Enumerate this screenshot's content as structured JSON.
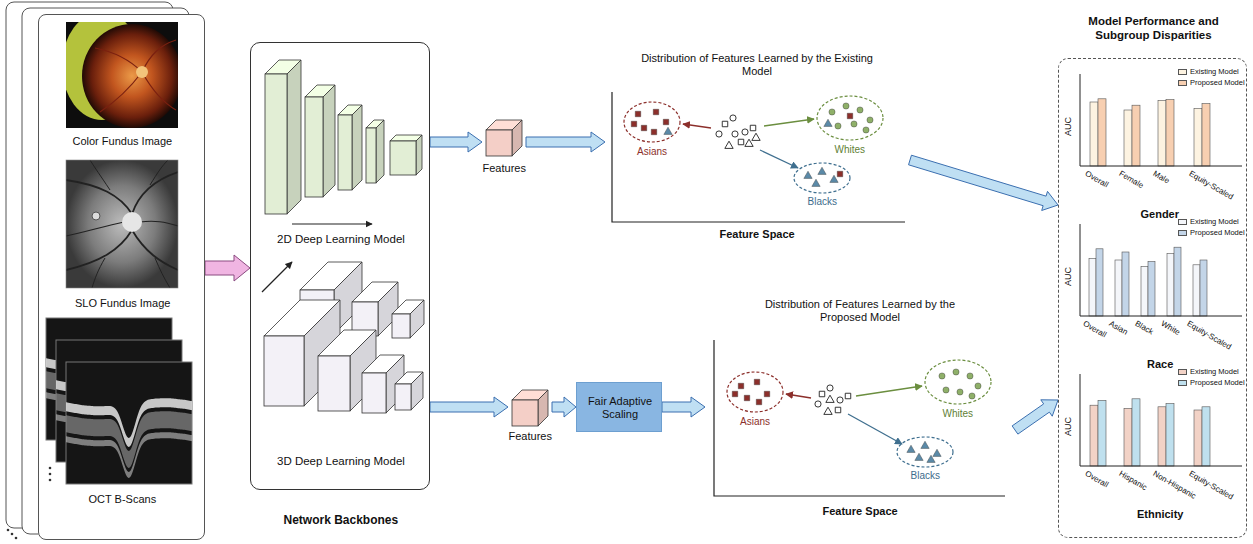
{
  "diagram": {
    "nodes": [
      {
        "text": [
          "Color Fundus Image",
          "SLO Fundus Image",
          "OCT B-Scans"
        ]
      },
      {
        "text": [
          "2D Deep Learning Model",
          "3D Deep Learning Model",
          "Network Backbones"
        ]
      },
      {
        "text": [
          "Features"
        ]
      },
      {
        "text": [
          "Features"
        ]
      },
      {
        "text": [
          "Fair Adaptive Scaling"
        ]
      },
      {
        "text": [
          "Distribution of Features Learned by the Existing Model",
          "Feature Space"
        ]
      },
      {
        "text": [
          "Distribution of Features Learned by the Proposed Model",
          "Feature Space"
        ]
      },
      {
        "text": [
          "Model Performance and Subgroup Disparities"
        ]
      }
    ],
    "edges": [
      {
        "from": 0,
        "to": 1,
        "arrow": "to"
      },
      {
        "from": 1,
        "to": 2,
        "arrow": "to"
      },
      {
        "from": 1,
        "to": 3,
        "arrow": "to"
      },
      {
        "from": 3,
        "to": 4,
        "arrow": "to"
      },
      {
        "from": 2,
        "to": 5,
        "arrow": "to"
      },
      {
        "from": 4,
        "to": 6,
        "arrow": "to"
      },
      {
        "from": 5,
        "to": 7,
        "arrow": "to"
      },
      {
        "from": 6,
        "to": 7,
        "arrow": "to"
      }
    ],
    "labels": [
      "Asians",
      "Whites",
      "Blacks",
      "Asians",
      "Whites",
      "Blacks",
      "AUC",
      "Overall",
      "Female",
      "Male",
      "Equity-Scaled",
      "Gender",
      "AUC",
      "Overall",
      "Asian",
      "Black",
      "White",
      "Equity-Scaled",
      "Race",
      "AUC",
      "Overall",
      "Hispanic",
      "Non-Hispanic",
      "Equity-Scaled",
      "Ethnicity"
    ],
    "legend": [
      {
        "text": "Existing Model",
        "color": "#fdf3e1"
      },
      {
        "text": "Proposed Model",
        "color": "#f7cfb1"
      },
      {
        "text": "Existing Model",
        "color": "#f4f6fa"
      },
      {
        "text": "Proposed Model",
        "color": "#c3d5e8"
      },
      {
        "text": "Existing Model",
        "color": "#f2d2c6"
      },
      {
        "text": "Proposed Model",
        "color": "#bfe0ee"
      }
    ]
  }
}
